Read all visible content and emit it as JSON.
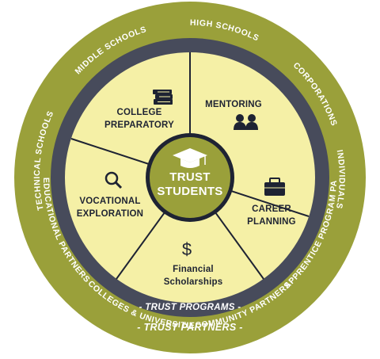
{
  "colors": {
    "outer_ring": "#9aa03a",
    "dark_ring": "#474b5b",
    "wheel_fill": "#f5f0a6",
    "center_fill": "#9aa03a",
    "ink": "#1e2333"
  },
  "center": {
    "line1": "TRUST",
    "line2": "STUDENTS",
    "icon": "graduation-cap-icon"
  },
  "programs_label": "- TRUST PROGRAMS -",
  "partners_label": "- TRUST PARTNERS -",
  "segments": [
    {
      "line1": "COLLEGE",
      "line2": "PREPARATORY",
      "icon": "books-icon"
    },
    {
      "line1": "MENTORING",
      "line2": "",
      "icon": "people-icon"
    },
    {
      "line1": "CAREER",
      "line2": "PLANNING",
      "icon": "briefcase-icon"
    },
    {
      "line1": "Financial",
      "line2": "Scholarships",
      "icon": "dollar-icon"
    },
    {
      "line1": "VOCATIONAL",
      "line2": "EXPLORATION",
      "icon": "magnifier-icon"
    }
  ],
  "partners_top": [
    "TECHNICAL SCHOOLS",
    "MIDDLE SCHOOLS",
    "HIGH SCHOOLS",
    "CORPORATIONS",
    "INDIVIDUALS"
  ],
  "partners_left": "EDUCATIONAL PARTNERS",
  "partners_right": "APPRENTICE PROGRAM PARTNERS",
  "partners_bottom_left": "COLLEGES & UNIVERSITIES",
  "partners_bottom_right": "COMMUNITY PARTNERS"
}
